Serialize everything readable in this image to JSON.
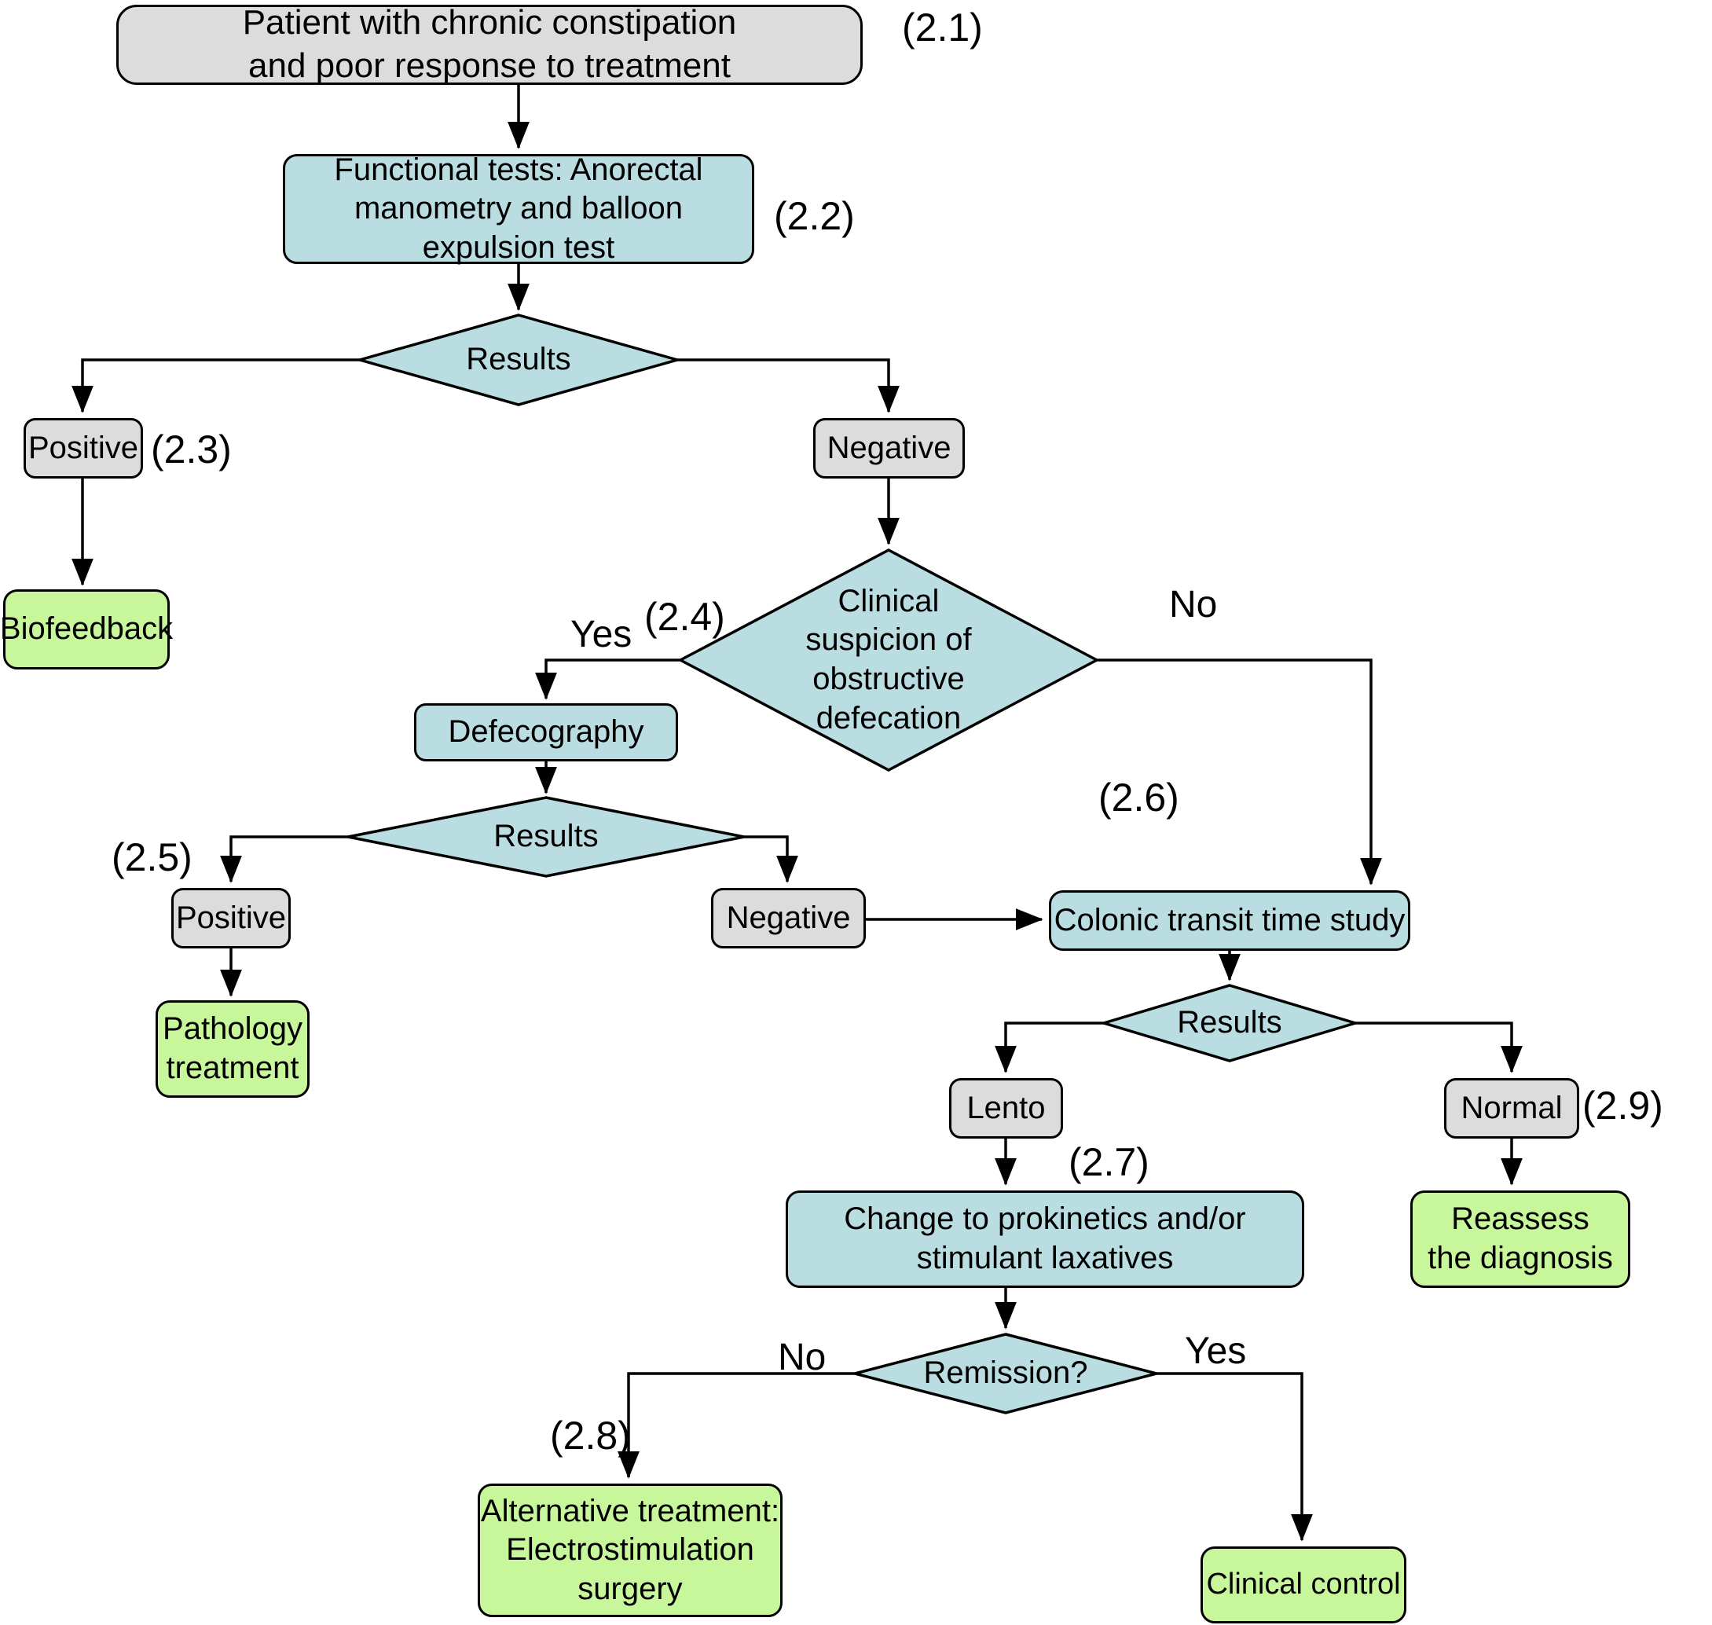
{
  "diagram": {
    "title": "Chronic constipation management flowchart",
    "colors": {
      "background": "#ffffff",
      "process_fill": "#b9dde1",
      "terminal_fill": "#c7f69b",
      "connector_fill": "#dcdcdc",
      "border": "#000000"
    },
    "nodes": {
      "start": {
        "text": "Patient with chronic constipation\nand poor response to treatment",
        "ref": "(2.1)"
      },
      "functional_tests": {
        "text": "Functional tests: Anorectal\nmanometry and balloon\nexpulsion test",
        "ref": "(2.2)"
      },
      "results_functional": {
        "text": "Results"
      },
      "positive_functional": {
        "text": "Positive",
        "ref": "(2.3)"
      },
      "biofeedback": {
        "text": "Biofeedback"
      },
      "negative_functional": {
        "text": "Negative"
      },
      "clinical_suspicion": {
        "text": "Clinical\nsuspicion of\nobstructive\ndefecation",
        "ref": "(2.4)"
      },
      "defecography": {
        "text": "Defecography"
      },
      "results_defecography": {
        "text": "Results"
      },
      "positive_defecography": {
        "text": "Positive",
        "ref": "(2.5)"
      },
      "pathology_treatment": {
        "text": "Pathology\ntreatment"
      },
      "negative_defecography": {
        "text": "Negative"
      },
      "colonic_transit": {
        "text": "Colonic transit time study",
        "ref": "(2.6)"
      },
      "results_colonic": {
        "text": "Results"
      },
      "lento": {
        "text": "Lento"
      },
      "normal": {
        "text": "Normal",
        "ref": "(2.9)"
      },
      "prokinetics": {
        "text": "Change to prokinetics and/or\nstimulant laxatives",
        "ref": "(2.7)"
      },
      "reassess": {
        "text": "Reassess\nthe diagnosis"
      },
      "remission": {
        "text": "Remission?"
      },
      "alternative_treatment": {
        "text": "Alternative treatment:\nElectrostimulation\nsurgery",
        "ref": "(2.8)"
      },
      "clinical_control": {
        "text": "Clinical control"
      }
    },
    "edge_labels": {
      "suspicion_yes": "Yes",
      "suspicion_no": "No",
      "remission_no": "No",
      "remission_yes": "Yes"
    }
  }
}
